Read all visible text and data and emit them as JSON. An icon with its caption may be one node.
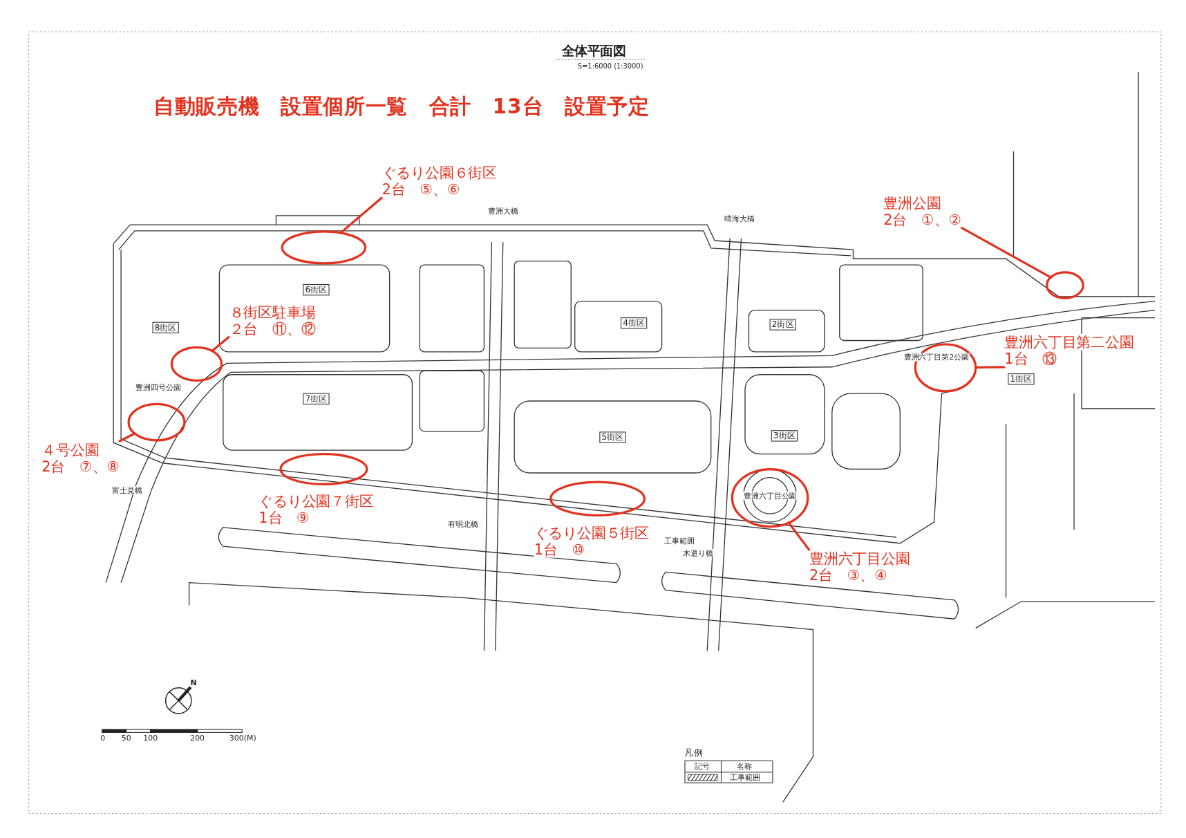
{
  "diagram": {
    "title": "自動販売機　設置個所一覧　合計　13台　設置予定",
    "nodes": [
      {
        "text": [
          "ぐるり公園６街区",
          "2台　⑤、⑥"
        ]
      },
      {
        "text": [],
        "shape": "circle"
      },
      {
        "text": [
          "豊洲公園",
          "2台　①、②"
        ]
      },
      {
        "text": [],
        "shape": "circle"
      },
      {
        "text": [
          "８街区駐車場",
          "２台　⑪、⑫"
        ]
      },
      {
        "text": [],
        "shape": "circle"
      },
      {
        "text": [
          "豊洲六丁目第二公園",
          "1台　⑬"
        ]
      },
      {
        "text": [],
        "shape": "circle"
      },
      {
        "text": [
          "４号公園",
          "2台　⑦、⑧"
        ]
      },
      {
        "text": [],
        "shape": "circle"
      },
      {
        "text": [],
        "shape": "circle"
      },
      {
        "text": [
          "ぐるり公園７街区",
          "1台　⑨"
        ]
      },
      {
        "text": [],
        "shape": "circle"
      },
      {
        "text": [
          "ぐるり公園５街区",
          "1台　⑩"
        ]
      },
      {
        "text": [],
        "shape": "circle"
      },
      {
        "text": [
          "豊洲六丁目公園",
          "2台　③、④"
        ]
      },
      {
        "text": [
          "6街区"
        ]
      },
      {
        "text": [
          "8街区"
        ]
      },
      {
        "text": [
          "7街区"
        ]
      },
      {
        "text": [
          "4街区"
        ]
      },
      {
        "text": [
          "2街区"
        ]
      },
      {
        "text": [
          "5街区"
        ]
      },
      {
        "text": [
          "3街区"
        ]
      },
      {
        "text": [
          "1街区"
        ]
      }
    ],
    "edges": [
      {
        "from": 0,
        "to": 1,
        "arrow": "none"
      },
      {
        "from": 2,
        "to": 3,
        "arrow": "none"
      },
      {
        "from": 4,
        "to": 5,
        "arrow": "none"
      },
      {
        "from": 6,
        "to": 7,
        "arrow": "none"
      },
      {
        "from": 8,
        "to": 9,
        "arrow": "none"
      },
      {
        "from": 15,
        "to": 14,
        "arrow": "none"
      }
    ],
    "labels": [
      "全体平面図",
      "S=1:6000 (1:3000)",
      "豊洲大橋",
      "晴海大橋",
      "豊洲四号公園",
      "豊洲六丁目第2公園",
      "富士見橋",
      "豊洲六丁目公園",
      "有明北橋",
      "工事範囲",
      "木遣り橋",
      "N",
      "0",
      "50",
      "100",
      "200",
      "300(M)",
      "凡例",
      "記号",
      "名称"
    ],
    "legend": [
      {
        "text": "工事範囲"
      }
    ]
  }
}
